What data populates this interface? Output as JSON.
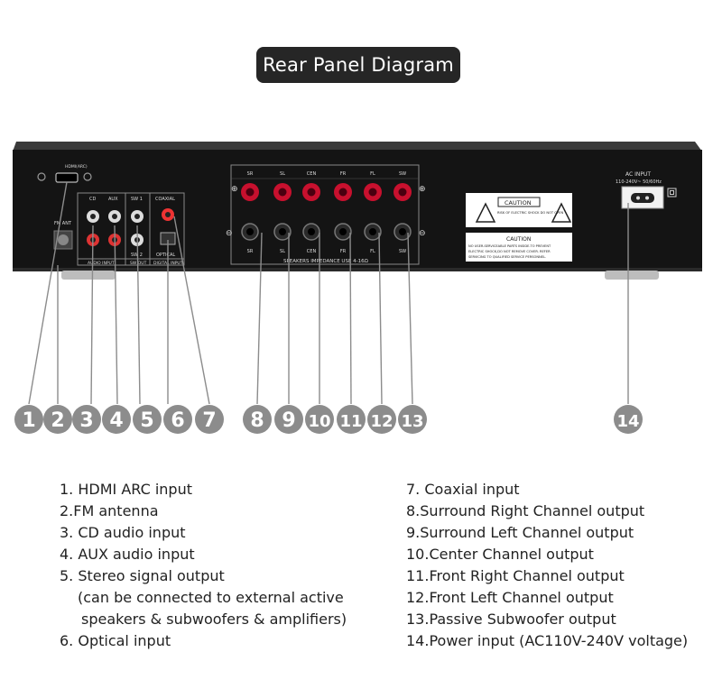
{
  "title": "Rear Panel Diagram",
  "panel": {
    "hdmi_label": "HDMI(ARC)",
    "fm_label": "FM ANT",
    "cd_label": "CD",
    "aux_label": "AUX",
    "sw1_label": "SW 1",
    "sw2_label": "SW 2",
    "coaxial_label": "COAXIAL",
    "optical_label": "OPTICAL",
    "audio_input_label": "AUDIO INPUT",
    "swout_label": "SW OUT",
    "digital_input_label": "DIGITAL INPUT",
    "speaker_top_labels": [
      "SR",
      "SL",
      "CEN",
      "FR",
      "FL",
      "SW"
    ],
    "speaker_bottom_labels": [
      "SR",
      "SL",
      "CEN",
      "FR",
      "FL",
      "SW"
    ],
    "speakers_impedance": "SPEAKERS IMPEDANCE USE 4-16Ω",
    "caution_title": "CAUTION",
    "caution_sub": "RISK OF ELECTRIC SHOCK DO NOT OPEN",
    "caution2_title": "CAUTION",
    "caution2_text_1": "NO USER-SERVICEABLE PARTS INSIDE.TO PREVENT",
    "caution2_text_2": "ELECTRIC SHOCK,DO NOT REMOVE COVER. REFER",
    "caution2_text_3": "SERVICING TO QUALIFIED SERVICE PERSONNEL.",
    "ac_input_label": "AC INPUT",
    "ac_spec": "110-240V~ 50/60Hz"
  },
  "callouts": [
    "1",
    "2",
    "3",
    "4",
    "5",
    "6",
    "7",
    "8",
    "9",
    "10",
    "11",
    "12",
    "13",
    "14"
  ],
  "legend_left": [
    "1. HDMI ARC input",
    "2.FM antenna",
    "3. CD audio input",
    "4. AUX audio input",
    "5. Stereo signal output",
    "(can be connected to external active",
    "speakers & subwoofers & amplifiers)",
    "6. Optical input"
  ],
  "legend_right": [
    "7. Coaxial input",
    "8.Surround Right Channel output",
    "9.Surround Left Channel output",
    "10.Center Channel output",
    "11.Front Right Channel output",
    "12.Front Left Channel output",
    "13.Passive Subwoofer output",
    "14.Power input (AC110V-240V voltage)"
  ],
  "colors": {
    "panel": "#141414",
    "callout": "#8c8c8c",
    "red_post": "#c8102e"
  }
}
